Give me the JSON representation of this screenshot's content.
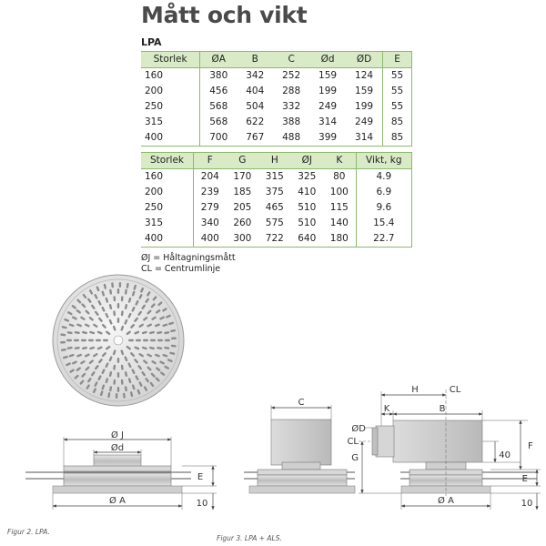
{
  "title": "Mått och vikt",
  "subtitle": "LPA",
  "table1": {
    "headers": [
      "Storlek",
      "ØA",
      "B",
      "C",
      "Ød",
      "ØD",
      "E"
    ],
    "rows": [
      [
        "160",
        "380",
        "342",
        "252",
        "159",
        "124",
        "55"
      ],
      [
        "200",
        "456",
        "404",
        "288",
        "199",
        "159",
        "55"
      ],
      [
        "250",
        "568",
        "504",
        "332",
        "249",
        "199",
        "55"
      ],
      [
        "315",
        "568",
        "622",
        "388",
        "314",
        "249",
        "85"
      ],
      [
        "400",
        "700",
        "767",
        "488",
        "399",
        "314",
        "85"
      ]
    ]
  },
  "table2": {
    "headers": [
      "Storlek",
      "F",
      "G",
      "H",
      "ØJ",
      "K",
      "Vikt, kg"
    ],
    "rows": [
      [
        "160",
        "204",
        "170",
        "315",
        "325",
        "80",
        "4.9"
      ],
      [
        "200",
        "239",
        "185",
        "375",
        "410",
        "100",
        "6.9"
      ],
      [
        "250",
        "279",
        "205",
        "465",
        "510",
        "115",
        "9.6"
      ],
      [
        "315",
        "340",
        "260",
        "575",
        "510",
        "140",
        "15.4"
      ],
      [
        "400",
        "400",
        "300",
        "722",
        "640",
        "180",
        "22.7"
      ]
    ]
  },
  "notes": [
    "ØJ = Håltagningsmått",
    "CL = Centrumlinje"
  ],
  "fig2": {
    "caption": "Figur 2. LPA.",
    "labels": {
      "j": "Ø J",
      "d": "Ød",
      "e": "E",
      "a": "Ø A",
      "ten": "10"
    }
  },
  "fig3": {
    "caption": "Figur 3. LPA + ALS.",
    "labels": {
      "c": "C",
      "h": "H",
      "cl_top": "CL",
      "k": "K",
      "b": "B",
      "dd": "ØD",
      "cl_side": "CL",
      "g": "G",
      "f": "F",
      "forty": "40",
      "e": "E",
      "a": "Ø A",
      "ten": "10"
    }
  }
}
